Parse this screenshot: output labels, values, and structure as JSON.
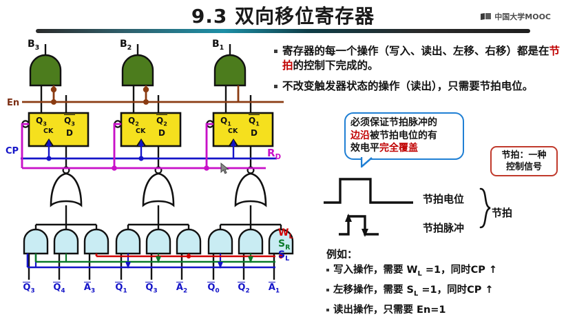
{
  "header": {
    "title": "9.3  双向移位寄存器",
    "logo_text": "中国大学MOOC",
    "logo_icon": "book-icon",
    "rule_color": "#1d8fa6"
  },
  "bullets": [
    {
      "part1": "寄存器的每一个操作（写入、读出、左移、右移）都是在",
      "highlight": "节拍",
      "part2": "的控制下完成的。"
    },
    {
      "part1": "不改变触发器状态的操作（读出），只需要节拍电位。",
      "highlight": "",
      "part2": ""
    }
  ],
  "callout": {
    "border_color": "#1f7fd4",
    "lines": [
      {
        "plain1": "必须保证节拍脉冲的",
        "red": "",
        "plain2": ""
      },
      {
        "plain1": "",
        "red": "边沿",
        "plain2": "被节拍电位的有"
      },
      {
        "plain1": "效电平",
        "red": "完全覆盖",
        "plain2": ""
      }
    ]
  },
  "redbox": {
    "border_color": "#c0392b",
    "lines": [
      "节拍：一种",
      "控制信号"
    ]
  },
  "waveforms": {
    "level_label": "节拍电位",
    "pulse_label": "节拍脉冲",
    "brace_label": "节拍"
  },
  "examples": {
    "head": "例如：",
    "items": [
      {
        "text": "写入操作，需要 W",
        "sub": "L",
        "tail": " =1，同时CP ↑"
      },
      {
        "text": "左移操作，需要 S",
        "sub": "L",
        "tail": " =1，同时CP ↑"
      },
      {
        "text": "读出操作，只需要 En=1",
        "sub": "",
        "tail": ""
      }
    ]
  },
  "circuit": {
    "signals": {
      "en": "En",
      "cp": "CP",
      "rd_base": "R",
      "rd_sub": "D",
      "wl_base": "W",
      "wl_sub": "L",
      "sr_base": "S",
      "sr_sub": "R",
      "sl_base": "S",
      "sl_sub": "L"
    },
    "colors": {
      "en_wire": "#8a3b12",
      "cp_wire": "#1414c8",
      "rd_wire": "#c810c8",
      "wl_wire": "#d00000",
      "sr_wire": "#0a7a2a",
      "sl_wire": "#1414c8",
      "gate_green": "#4c7c1d",
      "ff_yellow": "#f5e01e",
      "and_blue": "#c9ecf3"
    },
    "inputs": [
      {
        "base": "B",
        "sub": "3"
      },
      {
        "base": "B",
        "sub": "2"
      },
      {
        "base": "B",
        "sub": "1"
      }
    ],
    "flipflops": [
      {
        "q": "Q",
        "q_sub": "3",
        "qbar": "Q",
        "qbar_sub": "3",
        "ck": "CK",
        "d": "D"
      },
      {
        "q": "Q",
        "q_sub": "2",
        "qbar": "Q",
        "qbar_sub": "2",
        "ck": "CK",
        "d": "D"
      },
      {
        "q": "Q",
        "q_sub": "1",
        "qbar": "Q",
        "qbar_sub": "1",
        "ck": "CK",
        "d": "D"
      }
    ],
    "bottom_inputs": [
      {
        "base": "Q",
        "sub": "3",
        "bar": true
      },
      {
        "base": "Q",
        "sub": "4",
        "bar": true
      },
      {
        "base": "A",
        "sub": "3",
        "bar": true
      },
      {
        "base": "Q",
        "sub": "1",
        "bar": true
      },
      {
        "base": "Q",
        "sub": "3",
        "bar": true
      },
      {
        "base": "A",
        "sub": "2",
        "bar": true
      },
      {
        "base": "Q",
        "sub": "0",
        "bar": true
      },
      {
        "base": "Q",
        "sub": "2",
        "bar": true
      },
      {
        "base": "A",
        "sub": "1",
        "bar": true
      }
    ]
  }
}
